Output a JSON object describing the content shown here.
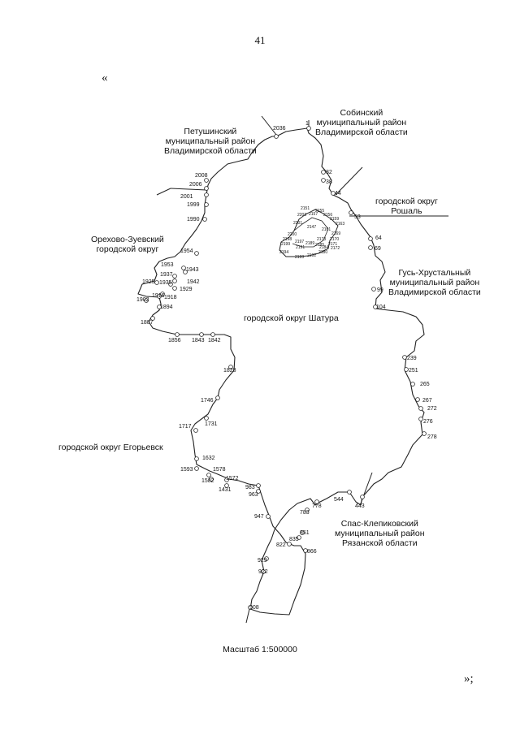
{
  "page": {
    "number": "41",
    "open_quote": "«",
    "close_quote": "»;"
  },
  "regions": {
    "sobinsky": [
      "Собинский",
      "муниципальный район",
      "Владимирской области"
    ],
    "petushinsky": [
      "Петушинский",
      "муниципальный район",
      "Владимирской области"
    ],
    "roshal": [
      "городской округ",
      "Рошаль"
    ],
    "orekhovo": [
      "Орехово-Зуевский",
      "городской округ"
    ],
    "gus": [
      "Гусь-Хрустальный",
      "муниципальный район",
      "Владимирской области"
    ],
    "shatura": "городской округ Шатура",
    "egorievsk": "городской округ Егорьевск",
    "spas": [
      "Спас-Клепиковский",
      "муниципальный район",
      "Рязанской области"
    ]
  },
  "scale": "Масштаб 1:500000",
  "boundary_points": [
    "1",
    "2036",
    "2008",
    "2006",
    "2001",
    "1999",
    "1990",
    "1954",
    "1953",
    "1943",
    "1937",
    "1942",
    "1925",
    "1935",
    "1929",
    "1918",
    "1916",
    "1902",
    "1894",
    "1887",
    "1856",
    "1843",
    "1842",
    "1828",
    "1746",
    "1731",
    "1717",
    "1632",
    "1593",
    "1578",
    "1582",
    "1572",
    "1431",
    "983",
    "963",
    "947",
    "929",
    "922",
    "908",
    "822",
    "835",
    "851",
    "866",
    "544",
    "443",
    "778",
    "783",
    "32",
    "38",
    "44",
    "53",
    "64",
    "69",
    "99",
    "104",
    "239",
    "251",
    "265",
    "267",
    "272",
    "276",
    "278"
  ],
  "enclave_points": [
    "2151",
    "2155",
    "2203",
    "2157",
    "2156",
    "2159",
    "2201",
    "2147",
    "2163",
    "2161",
    "2169",
    "2200",
    "2170",
    "2198",
    "2197",
    "2173",
    "2171",
    "2199",
    "2189",
    "2185",
    "2184",
    "2172",
    "2191",
    "2180",
    "2194",
    "2193",
    "2192",
    "2188"
  ]
}
